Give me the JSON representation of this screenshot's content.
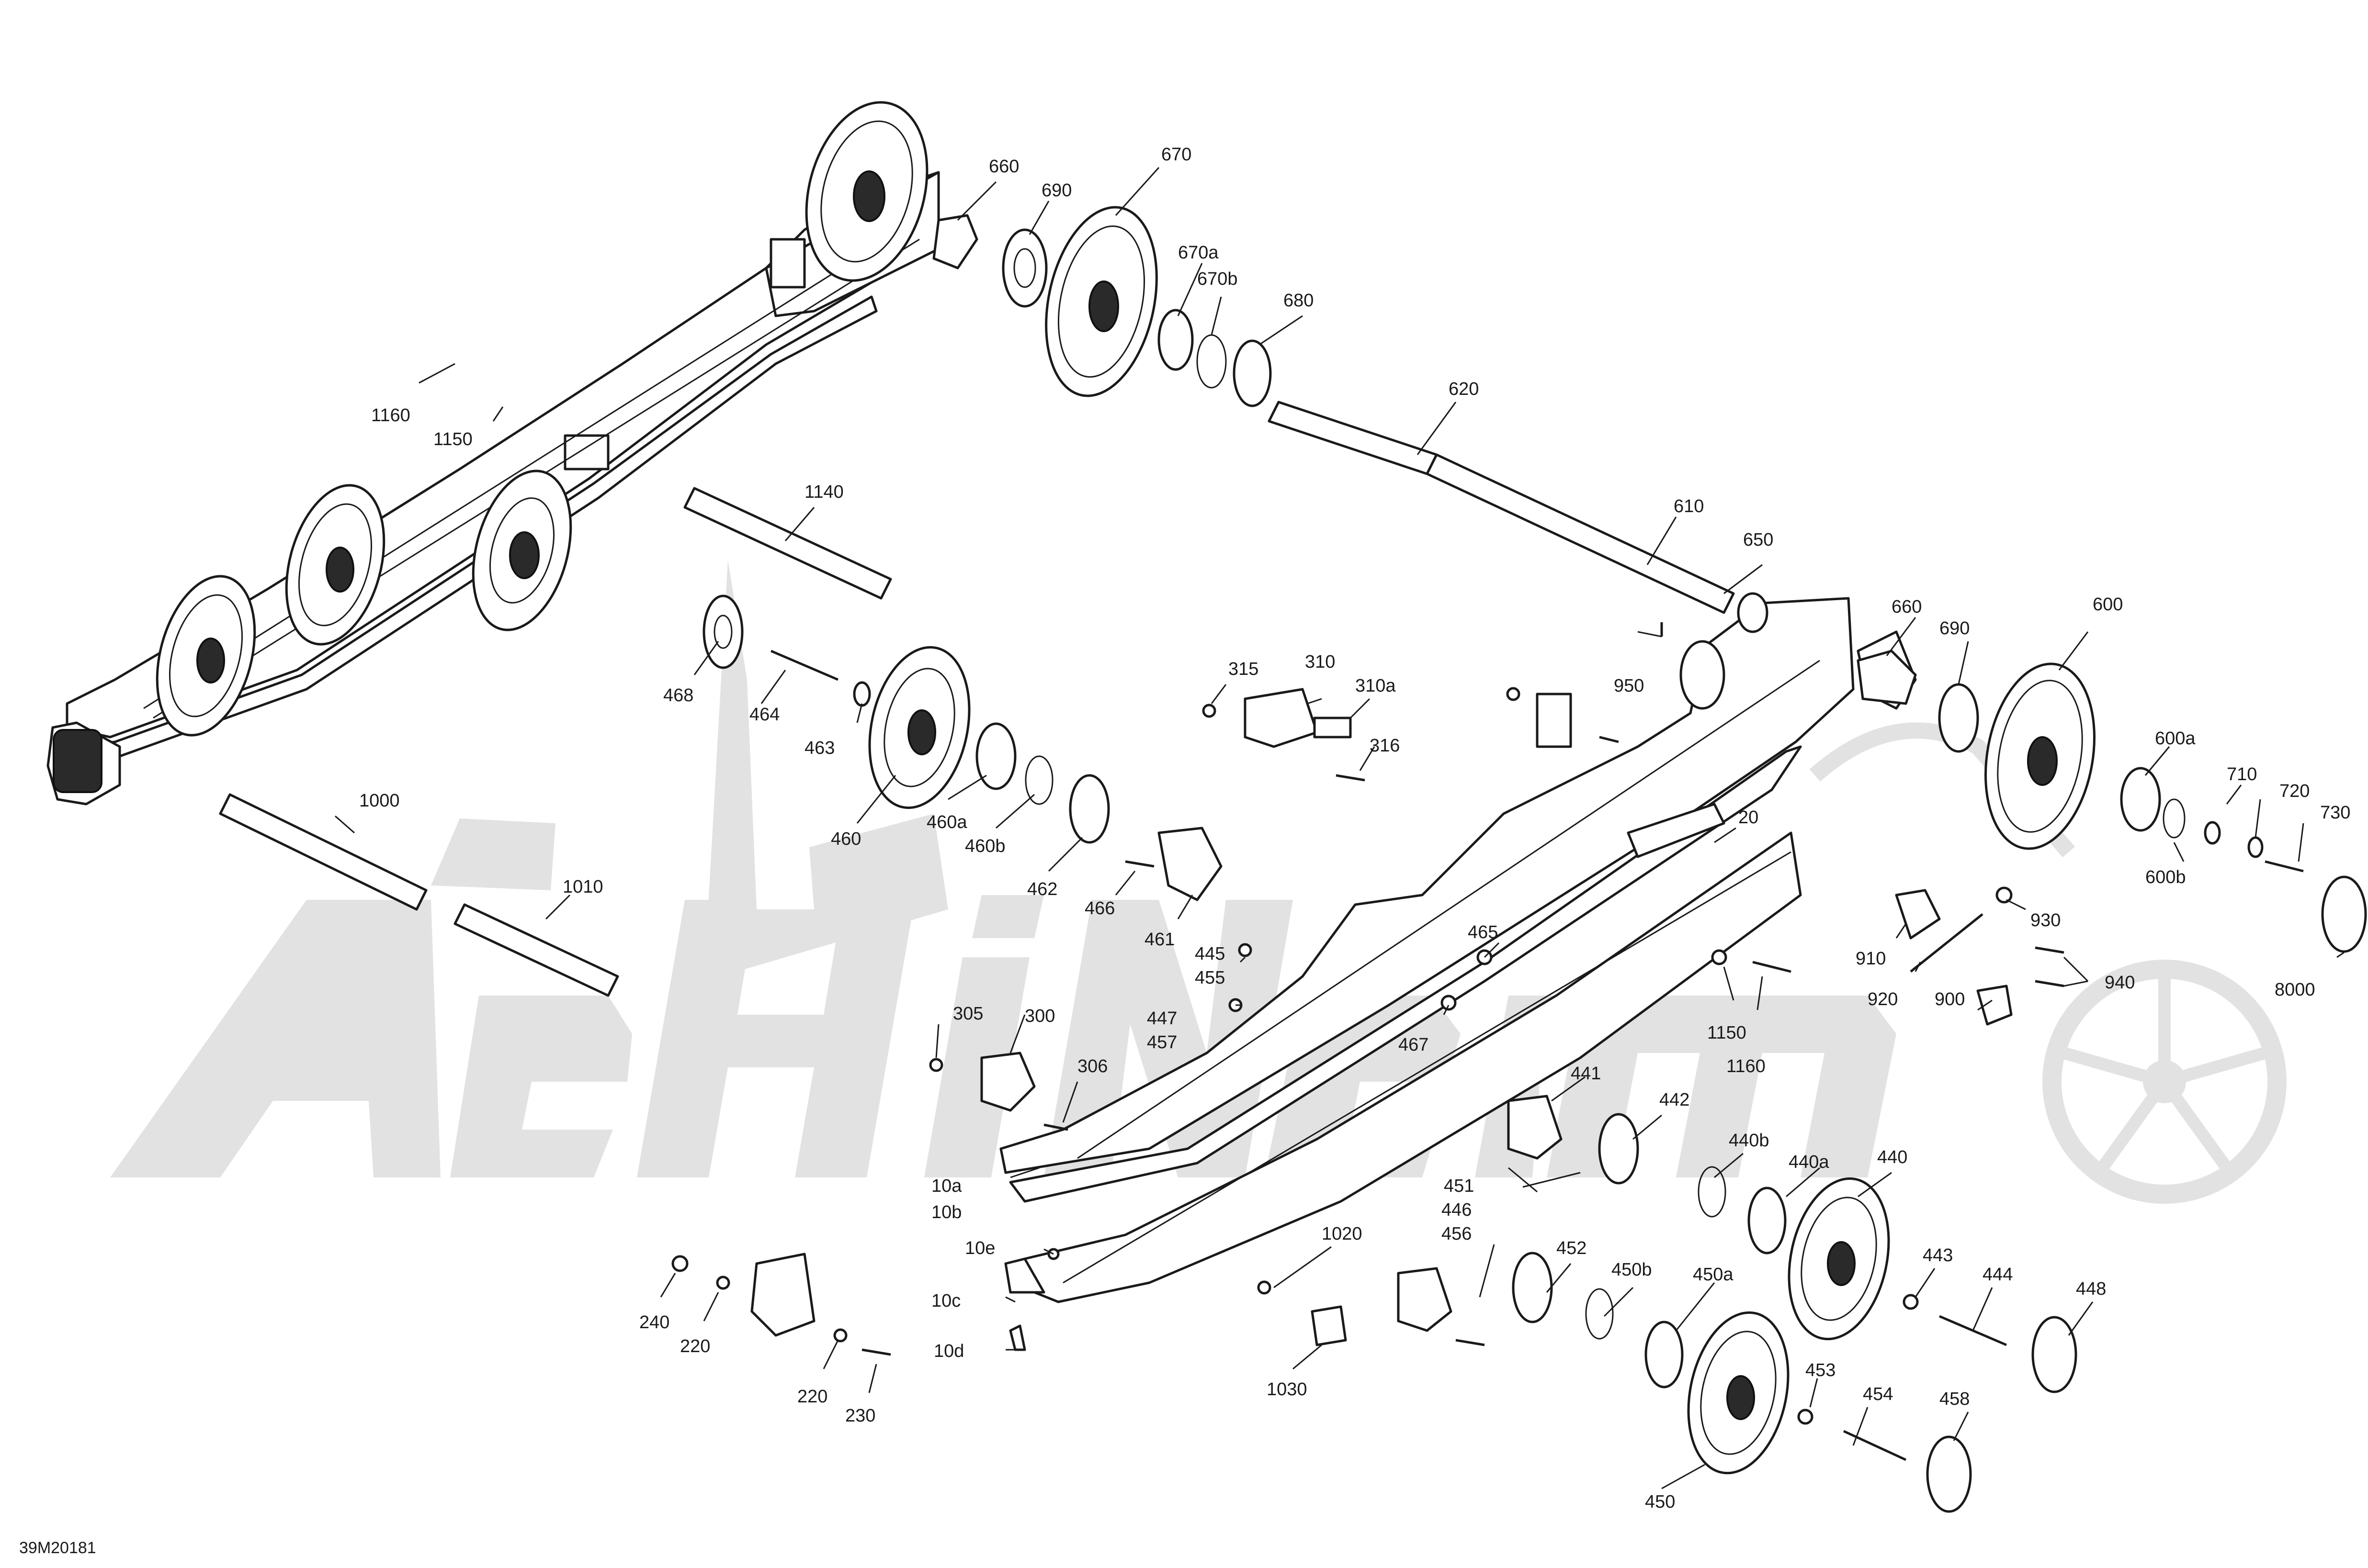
{
  "diagram_code": "39M20181",
  "watermark": "ArcticCat",
  "callouts": {
    "c660a": "660",
    "c690a": "690",
    "c670": "670",
    "c670a": "670a",
    "c670b": "670b",
    "c680": "680",
    "c620": "620",
    "c610": "610",
    "c650": "650",
    "c1140": "1140",
    "c1160a": "1160",
    "c1150a": "1150",
    "c468": "468",
    "c464": "464",
    "c463": "463",
    "c460": "460",
    "c460a": "460a",
    "c460b": "460b",
    "c462": "462",
    "c466": "466",
    "c461": "461",
    "c315": "315",
    "c310": "310",
    "c310a": "310a",
    "c316": "316",
    "c950": "950",
    "c660b": "660",
    "c690b": "690",
    "c600": "600",
    "c600a": "600a",
    "c710": "710",
    "c720": "720",
    "c730": "730",
    "c600b": "600b",
    "c930": "930",
    "c910": "910",
    "c920": "920",
    "c900": "900",
    "c940": "940",
    "c8000": "8000",
    "c20": "20",
    "c1000": "1000",
    "c1010": "1010",
    "c445": "445",
    "c455": "455",
    "c465": "465",
    "c447": "447",
    "c457": "457",
    "c467": "467",
    "c1150b": "1150",
    "c1160b": "1160",
    "c305": "305",
    "c300": "300",
    "c306": "306",
    "c441": "441",
    "c442": "442",
    "c440b": "440b",
    "c440a": "440a",
    "c440": "440",
    "c10a": "10a",
    "c10b": "10b",
    "c451": "451",
    "c446": "446",
    "c456": "456",
    "c452": "452",
    "c450b": "450b",
    "c450a": "450a",
    "c443": "443",
    "c444": "444",
    "c448": "448",
    "c10e": "10e",
    "c1020": "1020",
    "c10c": "10c",
    "c10d": "10d",
    "c1030": "1030",
    "c240": "240",
    "c220a": "220",
    "c220b": "220",
    "c230": "230",
    "c453": "453",
    "c454": "454",
    "c458": "458",
    "c450": "450"
  }
}
